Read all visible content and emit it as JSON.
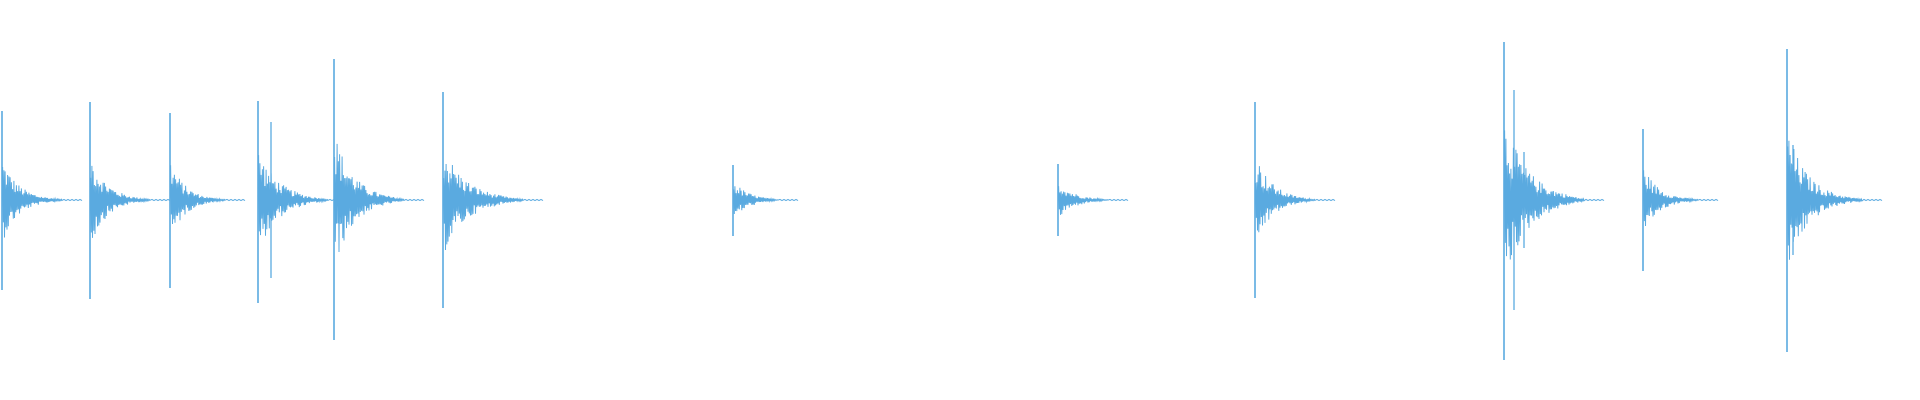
{
  "waveform": {
    "color": "#5aaae0",
    "background": "#ffffff",
    "bursts": [
      {
        "peak_up": 0.89,
        "peak_down": 0.9,
        "decay": 60,
        "tail": 0.07
      },
      {
        "peak_up": 0.98,
        "peak_down": 0.99,
        "decay": 60,
        "tail": 0.08
      },
      {
        "peak_up": 0.87,
        "peak_down": 0.88,
        "decay": 55,
        "tail": 0.06
      },
      {
        "peak_up": 0.99,
        "peak_down": 1.03,
        "decay": 70,
        "tail": 0.14
      },
      {
        "peak_up": 1.41,
        "peak_down": 1.4,
        "decay": 70,
        "tail": 0.13
      },
      {
        "peak_up": 1.08,
        "peak_down": 1.08,
        "decay": 80,
        "tail": 0.14
      },
      {
        "peak_up": 0.35,
        "peak_down": 0.36,
        "decay": 45,
        "tail": 0.09
      },
      {
        "peak_up": 0.36,
        "peak_down": 0.36,
        "decay": 50,
        "tail": 0.07
      },
      {
        "peak_up": 0.98,
        "peak_down": 0.98,
        "decay": 60,
        "tail": 0.09
      },
      {
        "peak_up": 1.58,
        "peak_down": 1.6,
        "decay": 80,
        "tail": 0.24
      },
      {
        "peak_up": 0.71,
        "peak_down": 0.71,
        "decay": 55,
        "tail": 0.07
      },
      {
        "peak_up": 1.51,
        "peak_down": 1.52,
        "decay": 75,
        "tail": 0.11
      }
    ]
  }
}
